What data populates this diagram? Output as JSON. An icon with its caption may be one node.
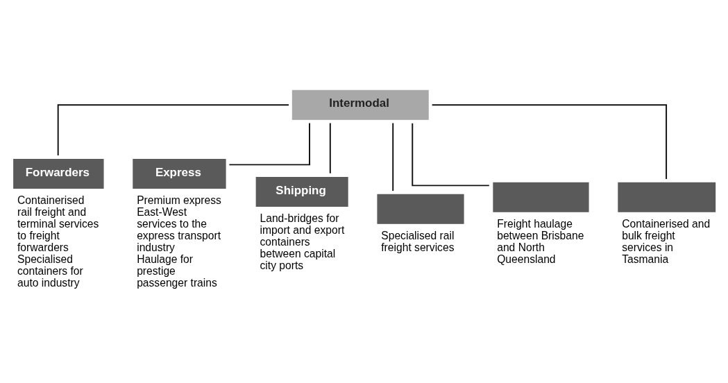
{
  "diagram": {
    "nodes": [
      {
        "text": [
          "Intermodal"
        ]
      },
      {
        "text": [
          "Forwarders"
        ],
        "beside": [
          "Containerised rail freight and terminal services to freight forwarders",
          "Specialised containers for auto industry"
        ]
      },
      {
        "text": [
          "Express"
        ],
        "beside": [
          "Premium express East-West services to the express transport industry",
          "Haulage for prestige passenger trains"
        ]
      },
      {
        "text": [
          "Shipping"
        ],
        "beside": [
          "Land-bridges for import and export containers between capital city ports"
        ]
      },
      {
        "text": [],
        "shape": "box",
        "beside": [
          "Specialised rail freight services"
        ]
      },
      {
        "text": [],
        "shape": "box",
        "beside": [
          "Freight haulage between Brisbane and North Queensland"
        ]
      },
      {
        "text": [],
        "shape": "box",
        "beside": [
          "Containerised and bulk freight services in Tasmania"
        ]
      }
    ],
    "edges": [
      {
        "from": 0,
        "to": 1,
        "arrow": "none"
      },
      {
        "from": 0,
        "to": 2,
        "arrow": "none"
      },
      {
        "from": 0,
        "to": 3,
        "arrow": "none"
      },
      {
        "from": 0,
        "to": 4,
        "arrow": "none"
      },
      {
        "from": 0,
        "to": 5,
        "arrow": "none"
      },
      {
        "from": 0,
        "to": 6,
        "arrow": "none"
      }
    ]
  }
}
